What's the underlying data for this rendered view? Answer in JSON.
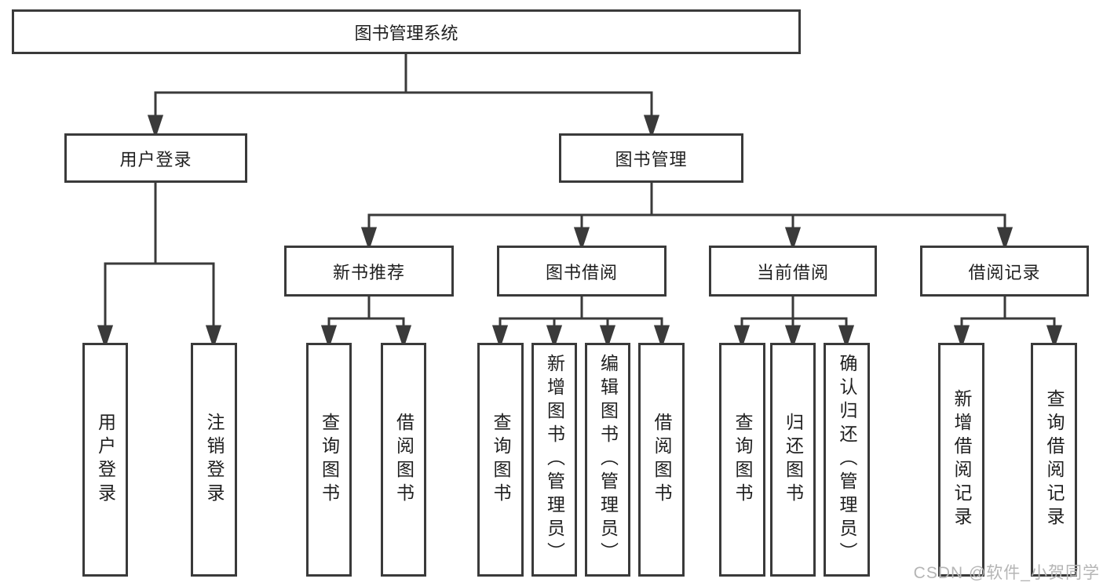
{
  "diagram": {
    "root": {
      "label": "图书管理系统"
    },
    "branches": [
      {
        "label": "用户登录",
        "children": [
          {
            "label": "用户登录"
          },
          {
            "label": "注销登录"
          }
        ]
      },
      {
        "label": "图书管理",
        "children": [
          {
            "label": "新书推荐",
            "children": [
              {
                "label": "查询图书"
              },
              {
                "label": "借阅图书"
              }
            ]
          },
          {
            "label": "图书借阅",
            "children": [
              {
                "label": "查询图书"
              },
              {
                "label": "新增图书（管理员）"
              },
              {
                "label": "编辑图书（管理员）"
              },
              {
                "label": "借阅图书"
              }
            ]
          },
          {
            "label": "当前借阅",
            "children": [
              {
                "label": "查询图书"
              },
              {
                "label": "归还图书"
              },
              {
                "label": "确认归还（管理员）"
              }
            ]
          },
          {
            "label": "借阅记录",
            "children": [
              {
                "label": "新增借阅记录"
              },
              {
                "label": "查询借阅记录"
              }
            ]
          }
        ]
      }
    ]
  },
  "watermark": {
    "text": "CSDN @软件_小贺同学"
  },
  "colors": {
    "line": "#3a3a3a",
    "box_border": "#3a3a3a",
    "text": "#1f1f1f",
    "watermark": "#b5b5b5",
    "background": "#ffffff"
  }
}
